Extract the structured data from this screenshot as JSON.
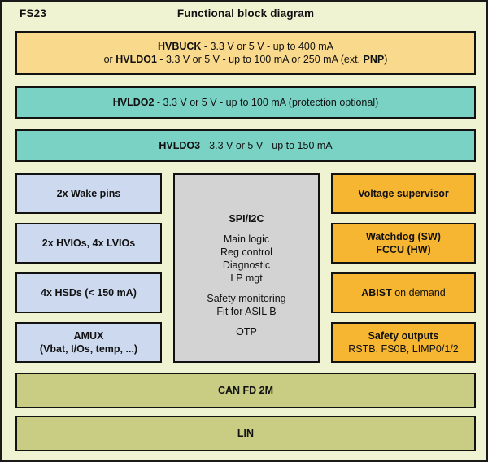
{
  "header": {
    "part_name": "FS23",
    "title": "Functional block diagram"
  },
  "colors": {
    "canvas_background": "#eff3d2",
    "outline": "#121212",
    "regulator_primary": "#f9d98c",
    "regulator_ldo": "#79d2c4",
    "io_block": "#ccd9ef",
    "core_block": "#d3d3d3",
    "safety_block": "#f6b631",
    "network_block": "#c9cd83"
  },
  "blocks": {
    "hvbuck": {
      "name": "HVBUCK",
      "line1_bold": "HVBUCK",
      "line1_rest": " - 3.3 V or 5 V - up to 400 mA",
      "line2_pre": "or ",
      "line2_bold": "HVLDO1",
      "line2_mid": " - 3.3 V or 5 V - up to 100 mA or 250 mA (ext. ",
      "line2_bold2": "PNP",
      "line2_end": ")"
    },
    "hvldo2": {
      "bold": "HVLDO2",
      "rest": " - 3.3 V or 5 V - up to 100 mA (protection optional)"
    },
    "hvldo3": {
      "bold": "HVLDO3",
      "rest": " - 3.3 V or 5 V - up to 150 mA"
    },
    "wake_pins": {
      "label": "2x Wake pins"
    },
    "hvio_lvio": {
      "label": "2x HVIOs, 4x LVIOs"
    },
    "hsds": {
      "label": "4x HSDs (< 150 mA)"
    },
    "amux": {
      "line1": "AMUX",
      "line2": "(Vbat, I/Os, temp, ...)"
    },
    "core": {
      "interface": "SPI/I2C",
      "logic_lines": [
        "Main logic",
        "Reg control",
        "Diagnostic",
        "LP mgt"
      ],
      "safety_lines": [
        "Safety monitoring",
        "Fit for ASIL B"
      ],
      "memory_line": "OTP"
    },
    "voltage_supervisor": {
      "label": "Voltage supervisor"
    },
    "watchdog": {
      "line1": "Watchdog (SW)",
      "line2": "FCCU (HW)"
    },
    "abist": {
      "bold": "ABIST",
      "rest": " on demand"
    },
    "safety_outputs": {
      "line1": "Safety outputs",
      "line2": "RSTB, FS0B, LIMP0/1/2"
    },
    "can": {
      "label": "CAN FD 2M"
    },
    "lin": {
      "label": "LIN"
    }
  }
}
